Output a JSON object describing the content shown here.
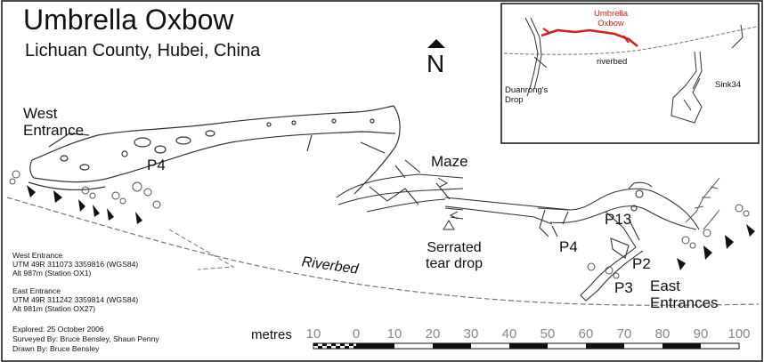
{
  "title": "Umbrella Oxbow",
  "subtitle": "Lichuan County, Hubei, China",
  "north_label": "N",
  "labels": {
    "west_entrance_line1": "West",
    "west_entrance_line2": "Entrance",
    "p4_west": "P4",
    "maze": "Maze",
    "serrated_line1": "Serrated",
    "serrated_line2": "tear drop",
    "p4_east": "P4",
    "p13": "P13",
    "p2": "P2",
    "p3": "P3",
    "east_entrances_line1": "East",
    "east_entrances_line2": "Entrances",
    "riverbed": "Riverbed"
  },
  "inset": {
    "umbrella_line1": "Umbrella",
    "umbrella_line2": "Oxbow",
    "riverbed": "riverbed",
    "duanrong_line1": "Duanrong's",
    "duanrong_line2": "Drop",
    "sink": "Sink34",
    "highlight_color": "#d21f1f"
  },
  "info": {
    "west_title": "West Entrance",
    "west_utm": "UTM 49R 311073 3359816 (WGS84)",
    "west_alt": "Alt 987m    (Station OX1)",
    "east_title": "East Entrance",
    "east_utm": "UTM 49R 311242 3359814 (WGS84)",
    "east_alt": "Alt 981m    (Station OX27)",
    "explored": "Explored: 25 October 2006",
    "surveyed": "Surveyed By: Bruce Bensley, Shaun Penny",
    "drawn": "Drawn By: Bruce Bensley"
  },
  "scale": {
    "title": "metres",
    "ticks": [
      "10",
      "0",
      "10",
      "20",
      "30",
      "40",
      "50",
      "60",
      "70",
      "80",
      "90",
      "100"
    ]
  }
}
